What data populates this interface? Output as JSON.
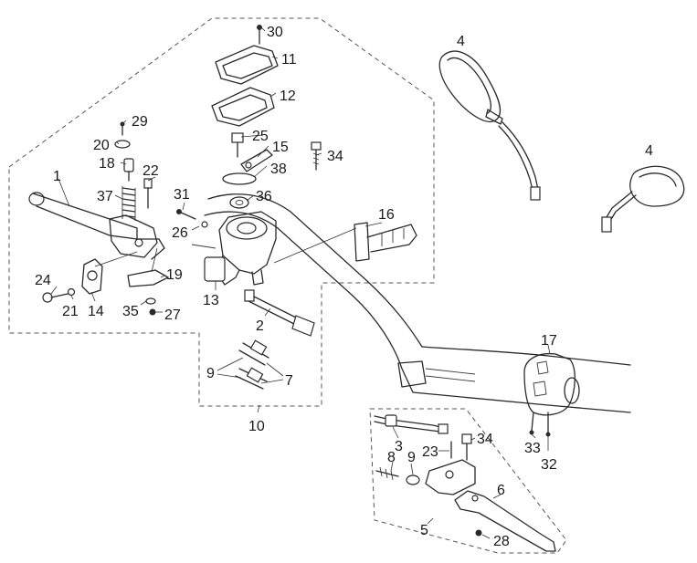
{
  "part_labels": [
    {
      "id": "p30",
      "text": "30"
    },
    {
      "id": "p11",
      "text": "11"
    },
    {
      "id": "p12",
      "text": "12"
    },
    {
      "id": "p4a",
      "text": "4"
    },
    {
      "id": "p4b",
      "text": "4"
    },
    {
      "id": "p29",
      "text": "29"
    },
    {
      "id": "p20",
      "text": "20"
    },
    {
      "id": "p25",
      "text": "25"
    },
    {
      "id": "p15",
      "text": "15"
    },
    {
      "id": "p34a",
      "text": "34"
    },
    {
      "id": "p18",
      "text": "18"
    },
    {
      "id": "p22",
      "text": "22"
    },
    {
      "id": "p38",
      "text": "38"
    },
    {
      "id": "p1",
      "text": "1"
    },
    {
      "id": "p37",
      "text": "37"
    },
    {
      "id": "p31",
      "text": "31"
    },
    {
      "id": "p36",
      "text": "36"
    },
    {
      "id": "p26",
      "text": "26"
    },
    {
      "id": "p16",
      "text": "16"
    },
    {
      "id": "p19",
      "text": "19"
    },
    {
      "id": "p24",
      "text": "24"
    },
    {
      "id": "p21",
      "text": "21"
    },
    {
      "id": "p14",
      "text": "14"
    },
    {
      "id": "p35",
      "text": "35"
    },
    {
      "id": "p27",
      "text": "27"
    },
    {
      "id": "p13",
      "text": "13"
    },
    {
      "id": "p2",
      "text": "2"
    },
    {
      "id": "p17",
      "text": "17"
    },
    {
      "id": "p9a",
      "text": "9"
    },
    {
      "id": "p7",
      "text": "7"
    },
    {
      "id": "p10",
      "text": "10"
    },
    {
      "id": "p3",
      "text": "3"
    },
    {
      "id": "p34b",
      "text": "34"
    },
    {
      "id": "p8",
      "text": "8"
    },
    {
      "id": "p9b",
      "text": "9"
    },
    {
      "id": "p23",
      "text": "23"
    },
    {
      "id": "p33",
      "text": "33"
    },
    {
      "id": "p32",
      "text": "32"
    },
    {
      "id": "p6",
      "text": "6"
    },
    {
      "id": "p5",
      "text": "5"
    },
    {
      "id": "p28",
      "text": "28"
    }
  ]
}
